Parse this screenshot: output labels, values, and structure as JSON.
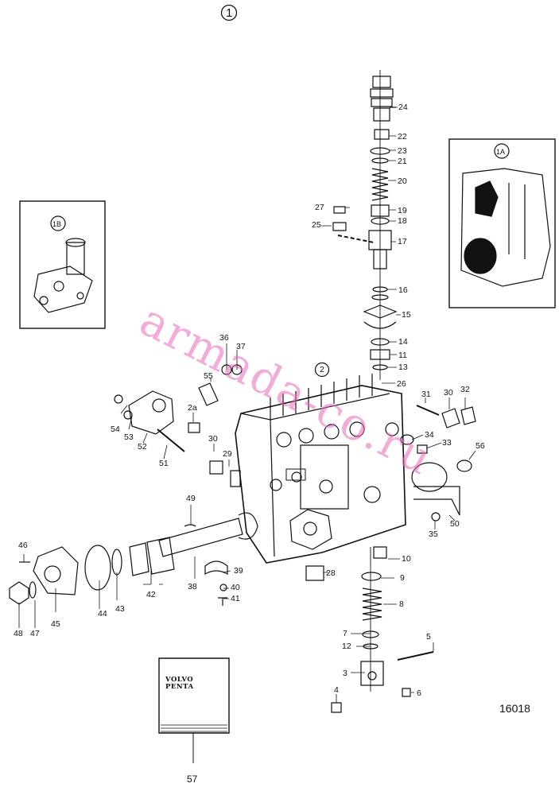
{
  "figure": {
    "number": "1",
    "reference": "16018"
  },
  "watermark": "armada-co.ru",
  "insets": {
    "inset_1b": {
      "tag": "1B"
    },
    "inset_1a": {
      "tag": "1A"
    },
    "section_2": {
      "tag": "2"
    }
  },
  "manual": {
    "brand_line1": "VOLVO",
    "brand_line2": "PENTA"
  },
  "callouts": [
    {
      "id": "24",
      "text": "24"
    },
    {
      "id": "22",
      "text": "22"
    },
    {
      "id": "23",
      "text": "23"
    },
    {
      "id": "21",
      "text": "21"
    },
    {
      "id": "20",
      "text": "20"
    },
    {
      "id": "19",
      "text": "19"
    },
    {
      "id": "18",
      "text": "18"
    },
    {
      "id": "17",
      "text": "17"
    },
    {
      "id": "27",
      "text": "27"
    },
    {
      "id": "25",
      "text": "25"
    },
    {
      "id": "16",
      "text": "16"
    },
    {
      "id": "15",
      "text": "15"
    },
    {
      "id": "14",
      "text": "14"
    },
    {
      "id": "11",
      "text": "11"
    },
    {
      "id": "13",
      "text": "13"
    },
    {
      "id": "26",
      "text": "26"
    },
    {
      "id": "36",
      "text": "36"
    },
    {
      "id": "37",
      "text": "37"
    },
    {
      "id": "55",
      "text": "55"
    },
    {
      "id": "2a",
      "text": "2a"
    },
    {
      "id": "54",
      "text": "54"
    },
    {
      "id": "53",
      "text": "53"
    },
    {
      "id": "52",
      "text": "52"
    },
    {
      "id": "51",
      "text": "51"
    },
    {
      "id": "30a",
      "text": "30"
    },
    {
      "id": "29",
      "text": "29"
    },
    {
      "id": "31",
      "text": "31"
    },
    {
      "id": "30b",
      "text": "30"
    },
    {
      "id": "32",
      "text": "32"
    },
    {
      "id": "34",
      "text": "34"
    },
    {
      "id": "33",
      "text": "33"
    },
    {
      "id": "56",
      "text": "56"
    },
    {
      "id": "50",
      "text": "50"
    },
    {
      "id": "35",
      "text": "35"
    },
    {
      "id": "49",
      "text": "49"
    },
    {
      "id": "46",
      "text": "46"
    },
    {
      "id": "44",
      "text": "44"
    },
    {
      "id": "43",
      "text": "43"
    },
    {
      "id": "42",
      "text": "42"
    },
    {
      "id": "38",
      "text": "38"
    },
    {
      "id": "39",
      "text": "39"
    },
    {
      "id": "40",
      "text": "40"
    },
    {
      "id": "41",
      "text": "41"
    },
    {
      "id": "48",
      "text": "48"
    },
    {
      "id": "47",
      "text": "47"
    },
    {
      "id": "45",
      "text": "45"
    },
    {
      "id": "28",
      "text": "28"
    },
    {
      "id": "10",
      "text": "10"
    },
    {
      "id": "9",
      "text": "9"
    },
    {
      "id": "8",
      "text": "8"
    },
    {
      "id": "7",
      "text": "7"
    },
    {
      "id": "12",
      "text": "12"
    },
    {
      "id": "5",
      "text": "5"
    },
    {
      "id": "3",
      "text": "3"
    },
    {
      "id": "6",
      "text": "6"
    },
    {
      "id": "4",
      "text": "4"
    },
    {
      "id": "57",
      "text": "57"
    }
  ]
}
